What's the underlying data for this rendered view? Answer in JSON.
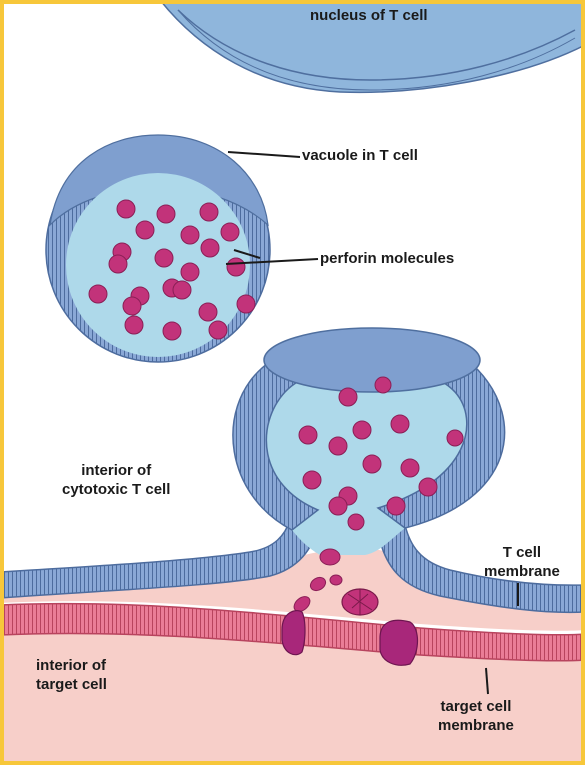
{
  "labels": {
    "nucleus": "nucleus of T cell",
    "vacuole": "vacuole in T cell",
    "perforin": "perforin molecules",
    "tcell_interior": [
      "interior of",
      "cytotoxic T cell"
    ],
    "tcell_membrane": [
      "T cell",
      "membrane"
    ],
    "target_interior": [
      "interior of",
      "target cell"
    ],
    "target_membrane": [
      "target cell",
      "membrane"
    ]
  },
  "colors": {
    "border": "#f7c73a",
    "membrane_blue": "#7f9fcf",
    "membrane_outline": "#4f6f9f",
    "vacuole_interior": "#aed9ea",
    "perforin": "#c2337a",
    "target_membrane": "#e06a8a",
    "target_interior": "#f7cfc9",
    "nucleus": "#8fb6dc"
  }
}
